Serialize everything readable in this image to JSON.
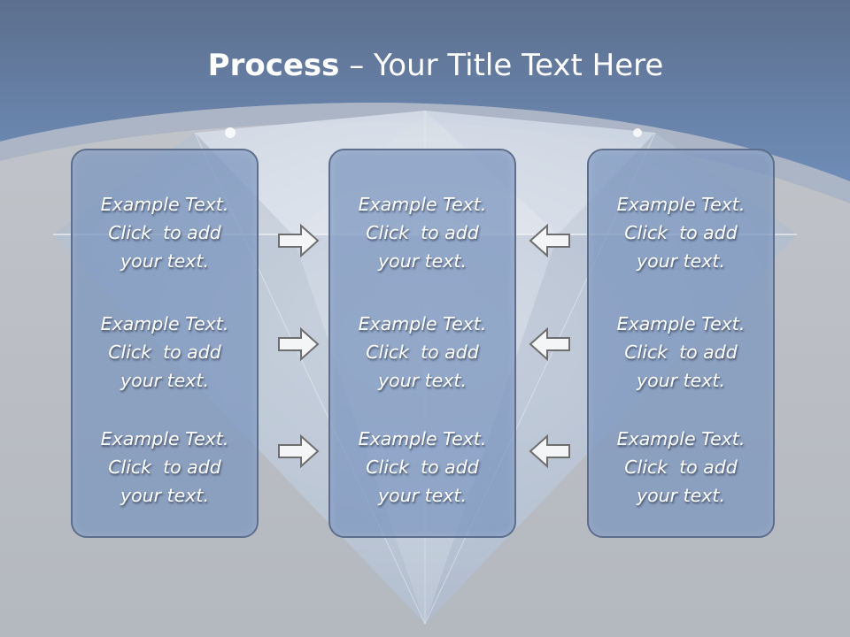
{
  "slide": {
    "title_bold": "Process",
    "title_dash": " – ",
    "title_rest": "Your Title Text Here",
    "columns": [
      {
        "items": [
          {
            "line1": "Example Text.",
            "line2": "Click  to add",
            "line3": "your text."
          },
          {
            "line1": "Example Text.",
            "line2": "Click  to add",
            "line3": "your text."
          },
          {
            "line1": "Example Text.",
            "line2": "Click  to add",
            "line3": "your text."
          }
        ]
      },
      {
        "items": [
          {
            "line1": "Example Text.",
            "line2": "Click  to add",
            "line3": "your text."
          },
          {
            "line1": "Example Text.",
            "line2": "Click  to add",
            "line3": "your text."
          },
          {
            "line1": "Example Text.",
            "line2": "Click  to add",
            "line3": "your text."
          }
        ]
      },
      {
        "items": [
          {
            "line1": "Example Text.",
            "line2": "Click  to add",
            "line3": "your text."
          },
          {
            "line1": "Example Text.",
            "line2": "Click  to add",
            "line3": "your text."
          },
          {
            "line1": "Example Text.",
            "line2": "Click  to add",
            "line3": "your text."
          }
        ]
      }
    ],
    "arrows_left": [
      "arrow-right-icon",
      "arrow-right-icon",
      "arrow-right-icon"
    ],
    "arrows_right": [
      "arrow-left-icon",
      "arrow-left-icon",
      "arrow-left-icon"
    ],
    "colors": {
      "header_blue": "#5b779f",
      "box_fill": "#7a94be",
      "box_border": "#5d6f8d",
      "background_gray": "#bfc2c7",
      "arrow_outline": "#6e6e6e"
    }
  }
}
